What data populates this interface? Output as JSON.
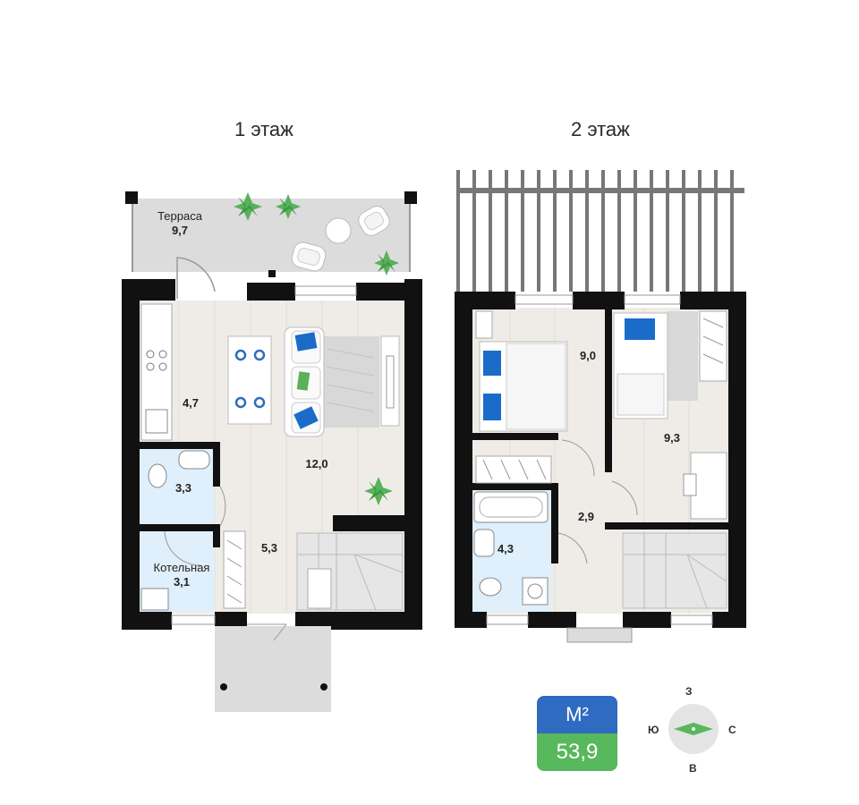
{
  "floors": [
    {
      "title": "1 этаж"
    },
    {
      "title": "2 этаж"
    }
  ],
  "floor1": {
    "terrace": {
      "name": "Терраса",
      "area": "9,7"
    },
    "kitchen": {
      "area": "4,7"
    },
    "living": {
      "area": "12,0"
    },
    "bathroom": {
      "area": "3,3"
    },
    "hall": {
      "area": "5,3"
    },
    "boiler": {
      "name": "Котельная",
      "area": "3,1"
    }
  },
  "floor2": {
    "bedroom1": {
      "area": "9,0"
    },
    "bedroom2": {
      "area": "9,3"
    },
    "corridor": {
      "area": "2,9"
    },
    "bathroom": {
      "area": "4,3"
    }
  },
  "total": {
    "unit": "М²",
    "value": "53,9"
  },
  "compass": {
    "north": "З",
    "south": "В",
    "west": "Ю",
    "east": "С"
  },
  "colors": {
    "wall": "#111111",
    "floor": "#efece8",
    "terrace": "#dcdcdc",
    "wet": "#dfeffb",
    "accent_blue": "#2f6bc0",
    "accent_green": "#58b85c",
    "cushion": "#1b6cc9"
  }
}
